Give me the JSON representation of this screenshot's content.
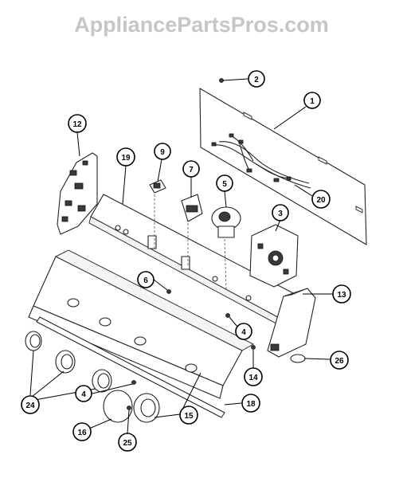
{
  "watermark": {
    "text": "AppliancePartsPros.com"
  },
  "callouts": [
    {
      "id": "c1",
      "label": "1",
      "part": "rear-cover-panel"
    },
    {
      "id": "c2",
      "label": "2",
      "part": "screw"
    },
    {
      "id": "c3",
      "label": "3",
      "part": "timer"
    },
    {
      "id": "c4a",
      "label": "4",
      "part": "screw"
    },
    {
      "id": "c4b",
      "label": "4",
      "part": "screw"
    },
    {
      "id": "c5",
      "label": "5",
      "part": "selector-switch"
    },
    {
      "id": "c6",
      "label": "6",
      "part": "screw"
    },
    {
      "id": "c7",
      "label": "7",
      "part": "switch"
    },
    {
      "id": "c9",
      "label": "9",
      "part": "switch"
    },
    {
      "id": "c12",
      "label": "12",
      "part": "left-end-cap"
    },
    {
      "id": "c13",
      "label": "13",
      "part": "right-end-cap"
    },
    {
      "id": "c14",
      "label": "14",
      "part": "screw"
    },
    {
      "id": "c15",
      "label": "15",
      "part": "knob-skirt"
    },
    {
      "id": "c16",
      "label": "16",
      "part": "timer-knob"
    },
    {
      "id": "c18",
      "label": "18",
      "part": "trim-strip"
    },
    {
      "id": "c19",
      "label": "19",
      "part": "control-panel-bracket"
    },
    {
      "id": "c20",
      "label": "20",
      "part": "wire-harness"
    },
    {
      "id": "c24",
      "label": "24",
      "part": "knobs"
    },
    {
      "id": "c25",
      "label": "25",
      "part": "clip"
    },
    {
      "id": "c26",
      "label": "26",
      "part": "bumper"
    }
  ]
}
